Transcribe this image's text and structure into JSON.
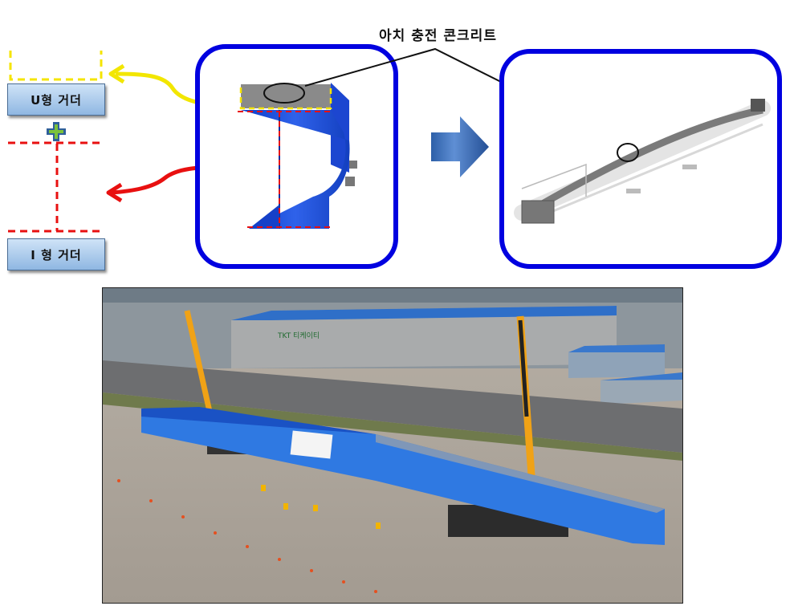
{
  "diagram": {
    "callout_label": "아치 충전 콘크리트",
    "left_labels": {
      "u_girder": "U형 거더",
      "i_girder": "I 형 거더"
    },
    "operator_symbol": "+",
    "colors": {
      "panel_border": "#0000e0",
      "u_outline": "#f5e400",
      "i_outline": "#e81010",
      "arrow_yellow": "#f2e600",
      "arrow_red": "#e81010",
      "girder_blue": "#1f4fd8",
      "flow_arrow": "#3f72b8",
      "plus_fill": "#7cc23a"
    },
    "panels": [
      {
        "id": "cross-section",
        "description": "U+I composite girder cross-section with arch-filled concrete"
      },
      {
        "id": "3d-model",
        "description": "3D arch-filled girder model"
      }
    ]
  },
  "photo": {
    "description": "Aerial view of long blue girder lifted by two orange cranes at a factory yard",
    "sign_text": "TKT 티케이티"
  }
}
